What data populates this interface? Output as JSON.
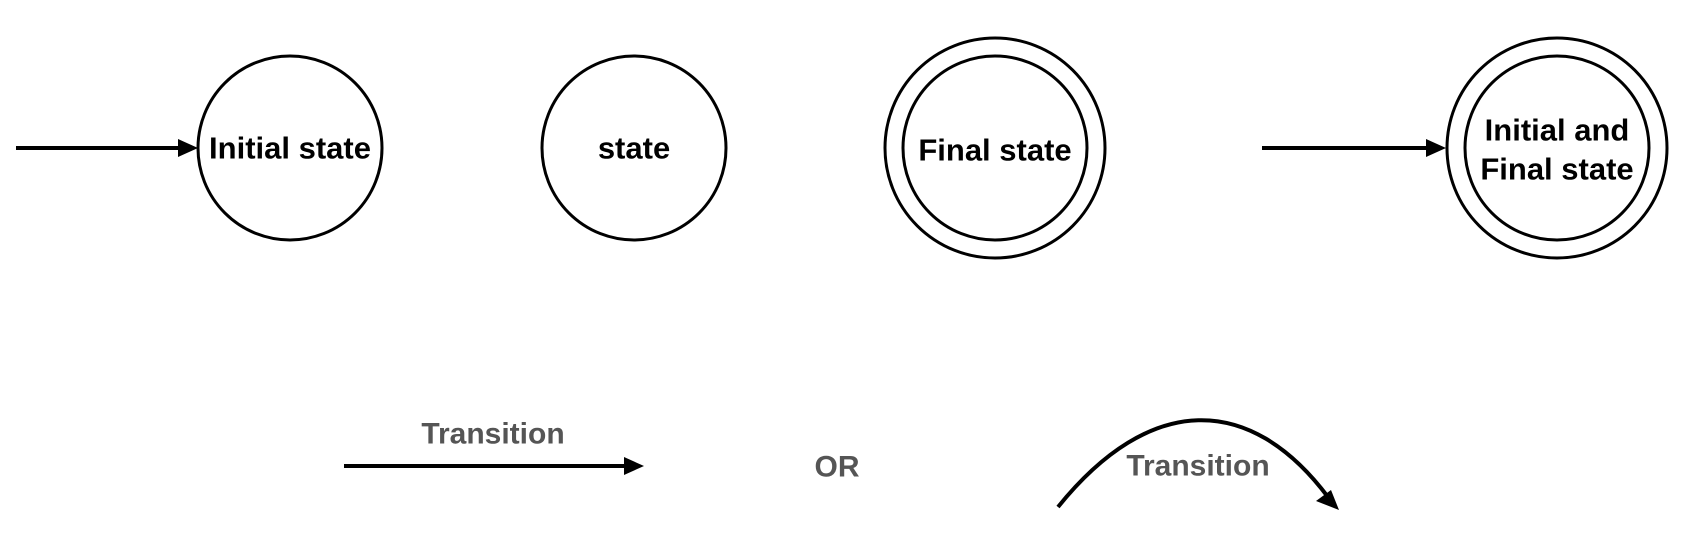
{
  "diagram": {
    "states": {
      "initial_label": "Initial state",
      "plain_label": "state",
      "final_label": "Final state",
      "initial_final_line1": "Initial and",
      "initial_final_line2": "Final state"
    },
    "transitions": {
      "straight_label": "Transition",
      "separator": "OR",
      "curved_label": "Transition"
    }
  }
}
